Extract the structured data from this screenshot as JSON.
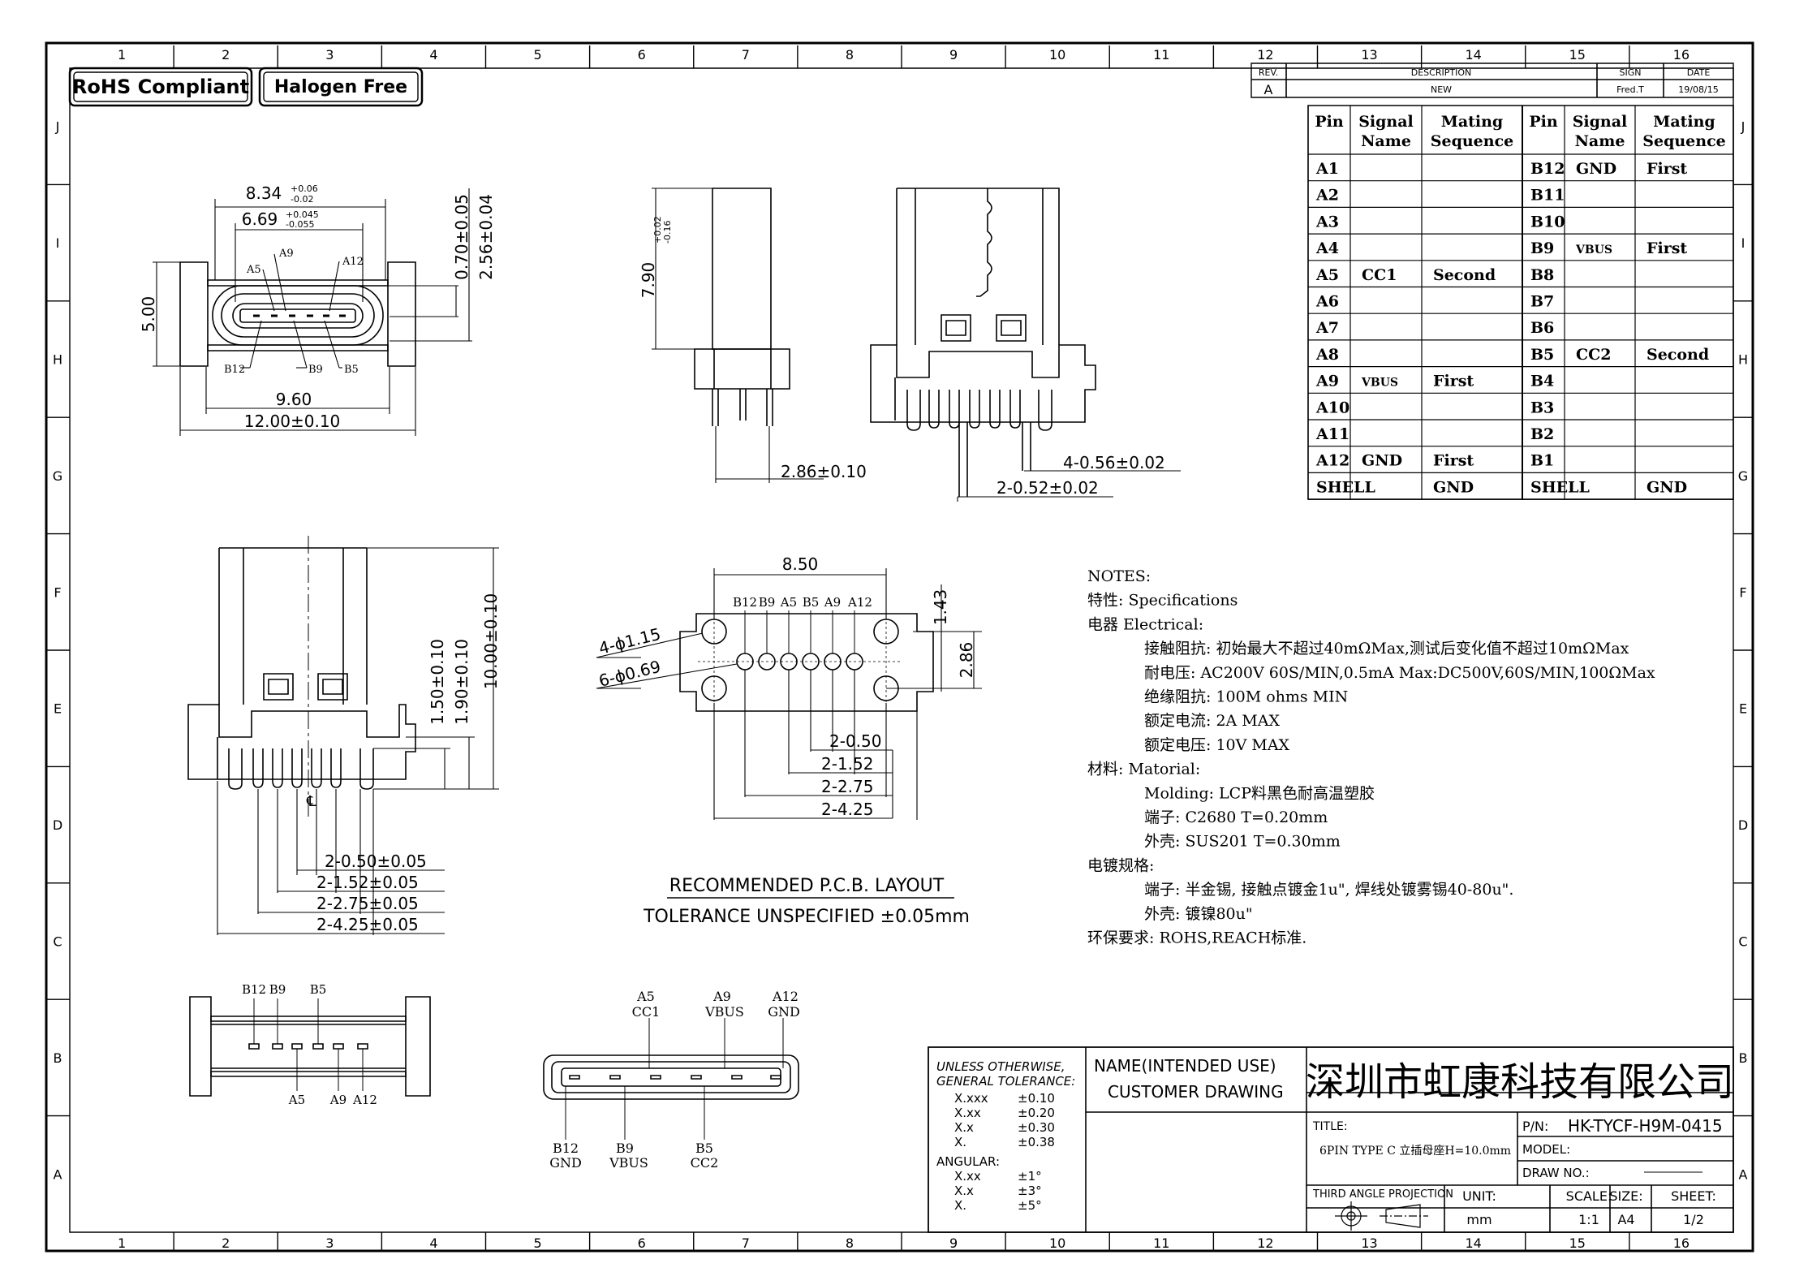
{
  "badges": {
    "rohs": "RoHS Compliant",
    "halogen": "Halogen Free"
  },
  "frame": {
    "columns": [
      "1",
      "2",
      "3",
      "4",
      "5",
      "6",
      "7",
      "8",
      "9",
      "10",
      "11",
      "12",
      "13",
      "14",
      "15",
      "16"
    ],
    "rows": [
      "J",
      "I",
      "H",
      "G",
      "F",
      "E",
      "D",
      "C",
      "B",
      "A"
    ]
  },
  "revision": {
    "headers": [
      "REV.",
      "DESCRIPTION",
      "SIGN",
      "DATE"
    ],
    "rev": "A",
    "description": "NEW",
    "sign": "Fred.T",
    "date": "19/08/15"
  },
  "pin_table": {
    "headers": [
      "Pin",
      "Signal Name",
      "Mating Sequence",
      "Pin",
      "Signal Name",
      "Mating Sequence"
    ],
    "rows": [
      [
        "A1",
        "",
        "",
        "B12",
        "GND",
        "First"
      ],
      [
        "A2",
        "",
        "",
        "B11",
        "",
        ""
      ],
      [
        "A3",
        "",
        "",
        "B10",
        "",
        ""
      ],
      [
        "A4",
        "",
        "",
        "B9",
        "VBUS",
        "First"
      ],
      [
        "A5",
        "CC1",
        "Second",
        "B8",
        "",
        ""
      ],
      [
        "A6",
        "",
        "",
        "B7",
        "",
        ""
      ],
      [
        "A7",
        "",
        "",
        "B6",
        "",
        ""
      ],
      [
        "A8",
        "",
        "",
        "B5",
        "CC2",
        "Second"
      ],
      [
        "A9",
        "VBUS",
        "First",
        "B4",
        "",
        ""
      ],
      [
        "A10",
        "",
        "",
        "B3",
        "",
        ""
      ],
      [
        "A11",
        "",
        "",
        "B2",
        "",
        ""
      ],
      [
        "A12",
        "GND",
        "First",
        "B1",
        "",
        ""
      ],
      [
        "SHELL",
        "",
        "GND",
        "SHELL",
        "",
        "GND"
      ]
    ]
  },
  "front_view": {
    "dim_834": "8.34",
    "tol_834_up": "+0.06",
    "tol_834_dn": "-0.02",
    "dim_669": "6.69",
    "tol_669_up": "+0.045",
    "tol_669_dn": "-0.055",
    "dim_500": "5.00",
    "dim_070": "0.70±0.05",
    "dim_256": "2.56±0.04",
    "dim_960": "9.60",
    "dim_1200": "12.00±0.10",
    "labels": [
      "A5",
      "A9",
      "A12",
      "B12",
      "B9",
      "B5"
    ]
  },
  "side_view": {
    "dim_790": "7.90",
    "tol_790_up": "+0.02",
    "tol_790_dn": "-0.16",
    "dim_286": "2.86±0.10"
  },
  "rear_view": {
    "dim_056": "4-0.56±0.02",
    "dim_052": "2-0.52±0.02"
  },
  "front_main": {
    "dim_150": "1.50±0.10",
    "dim_190": "1.90±0.10",
    "dim_1000": "10.00±0.10",
    "dim_a": "2-0.50±0.05",
    "dim_b": "2-1.52±0.05",
    "dim_c": "2-2.75±0.05",
    "dim_d": "2-4.25±0.05",
    "center_mark": "℄"
  },
  "pcb": {
    "dim_850": "8.50",
    "dim_143": "1.43",
    "dim_286": "2.86",
    "dim_hole_big": "4-ϕ1.15",
    "dim_hole_small": "6-ϕ0.69",
    "pins": [
      "B12",
      "B9",
      "A5",
      "B5",
      "A9",
      "A12"
    ],
    "dim_a": "2-0.50",
    "dim_b": "2-1.52",
    "dim_c": "2-2.75",
    "dim_d": "2-4.25",
    "title1": "RECOMMENDED  P.C.B. LAYOUT",
    "title2": "TOLERANCE UNSPECIFIED ±0.05mm"
  },
  "notes": [
    "NOTES:",
    "特性: Specifications",
    "电器 Electrical:",
    "接触阻抗: 初始最大不超过40mΩMax,测试后变化值不超过10mΩMax",
    "耐电压: AC200V 60S/MIN,0.5mA Max:DC500V,60S/MIN,100ΩMax",
    "绝缘阻抗: 100M ohms MIN",
    "额定电流: 2A MAX",
    "额定电压: 10V MAX",
    "材料: Matorial:",
    "Molding: LCP料黑色耐高温塑胶",
    "端子: C2680 T=0.20mm",
    "外壳: SUS201 T=0.30mm",
    "电镀规格:",
    "端子: 半金锡, 接触点镀金1u\", 焊线处镀雾锡40-80u\".",
    "外壳: 镀镍80u\"",
    "环保要求: ROHS,REACH标准."
  ],
  "bottom_left": {
    "top": [
      "B12",
      "B9",
      "B5"
    ],
    "bottom": [
      "A5",
      "A9",
      "A12"
    ]
  },
  "bottom_mid": {
    "top_pins": [
      "A5",
      "A9",
      "A12"
    ],
    "top_sigs": [
      "CC1",
      "VBUS",
      "GND"
    ],
    "bottom_pins": [
      "B12",
      "B9",
      "B5"
    ],
    "bottom_sigs": [
      "GND",
      "VBUS",
      "CC2"
    ]
  },
  "title_block": {
    "unless": "UNLESS  OTHERWISE,",
    "general": "GENERAL  TOLERANCE:",
    "tol": [
      [
        "X.xxx",
        "±0.10"
      ],
      [
        "X.xx",
        "±0.20"
      ],
      [
        "X.x",
        "±0.30"
      ],
      [
        "X.",
        "±0.38"
      ]
    ],
    "angular": "ANGULAR:",
    "ang": [
      [
        "X.xx",
        "±1°"
      ],
      [
        "X.x",
        "±3°"
      ],
      [
        "X.",
        "±5°"
      ]
    ],
    "name_line1": "NAME(INTENDED USE)",
    "name_line2": "CUSTOMER DRAWING",
    "company": "深圳市虹康科技有限公司",
    "title_label": "TITLE:",
    "title_value": "6PIN TYPE C 立插母座H=10.0mm",
    "pn_label": "P/N:",
    "pn_value": "HK-TYCF-H9M-0415",
    "model_label": "MODEL:",
    "draw_label": "DRAW NO.:",
    "projection": "THIRD ANGLE PROJECTION",
    "unit_label": "UNIT:",
    "unit_value": "mm",
    "scale_label": "SCALE:",
    "scale_value": "1:1",
    "size_label": "SIZE:",
    "size_value": "A4",
    "sheet_label": "SHEET:",
    "sheet_value": "1/2"
  }
}
